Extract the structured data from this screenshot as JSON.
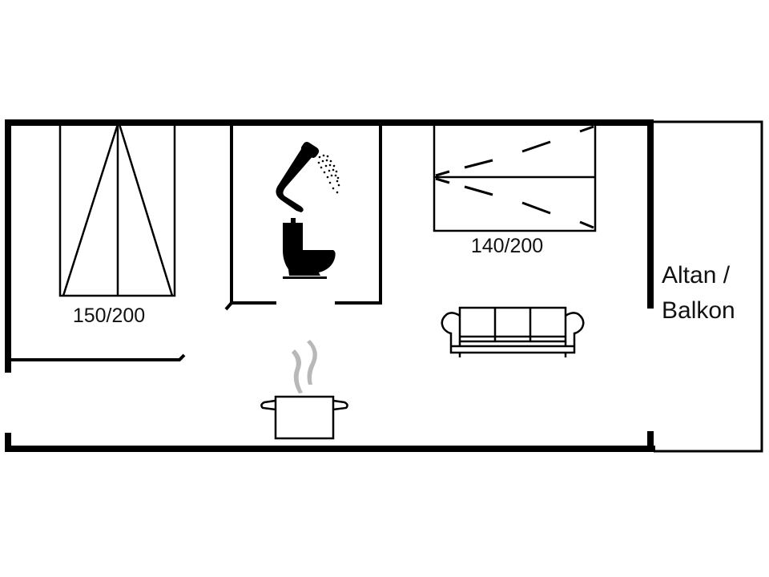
{
  "plan": {
    "type": "floor-plan",
    "colors": {
      "wall": "#000000",
      "background": "#ffffff",
      "steam": "#b8b8b8"
    },
    "rooms": [
      {
        "id": "bedroom-1",
        "bed_size": "150/200"
      },
      {
        "id": "bathroom",
        "fixtures": [
          "shower",
          "toilet"
        ]
      },
      {
        "id": "bedroom-2",
        "bed_size": "140/200"
      },
      {
        "id": "living",
        "fixtures": [
          "sofa"
        ]
      },
      {
        "id": "kitchen",
        "fixtures": [
          "cooking-pot"
        ]
      },
      {
        "id": "balcony",
        "label_line1": "Altan /",
        "label_line2": "Balkon"
      }
    ]
  },
  "labels": {
    "bed1": "150/200",
    "bed2": "140/200",
    "balcony_line1": "Altan /",
    "balcony_line2": "Balkon"
  }
}
